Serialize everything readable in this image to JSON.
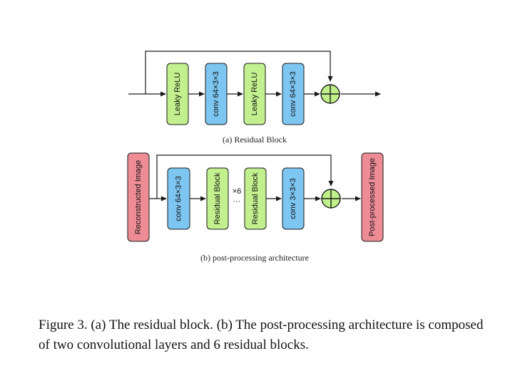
{
  "colors": {
    "green_fill": "#c3f08e",
    "blue_fill": "#7ec6f2",
    "pink_fill": "#ee8c96",
    "stroke": "#1a1a1a",
    "adder_fill": "#bff08a"
  },
  "diagram_a": {
    "blocks": [
      "Leaky ReLU",
      "conv 64×3×3",
      "Leaky ReLU",
      "conv 64×3×3"
    ],
    "caption": "(a) Residual Block"
  },
  "diagram_b": {
    "input": "Reconstructed Image",
    "blocks": [
      "conv 64×3×3",
      "Residual Block",
      "Residual Block",
      "conv 3×3×3"
    ],
    "repeat_label": "×6",
    "output": "Post-processed Image",
    "caption": "(b) post-processing architecture"
  },
  "figure_caption": "Figure 3. (a) The residual block. (b) The post-processing architecture is composed of two convolutional layers and 6 residual blocks."
}
